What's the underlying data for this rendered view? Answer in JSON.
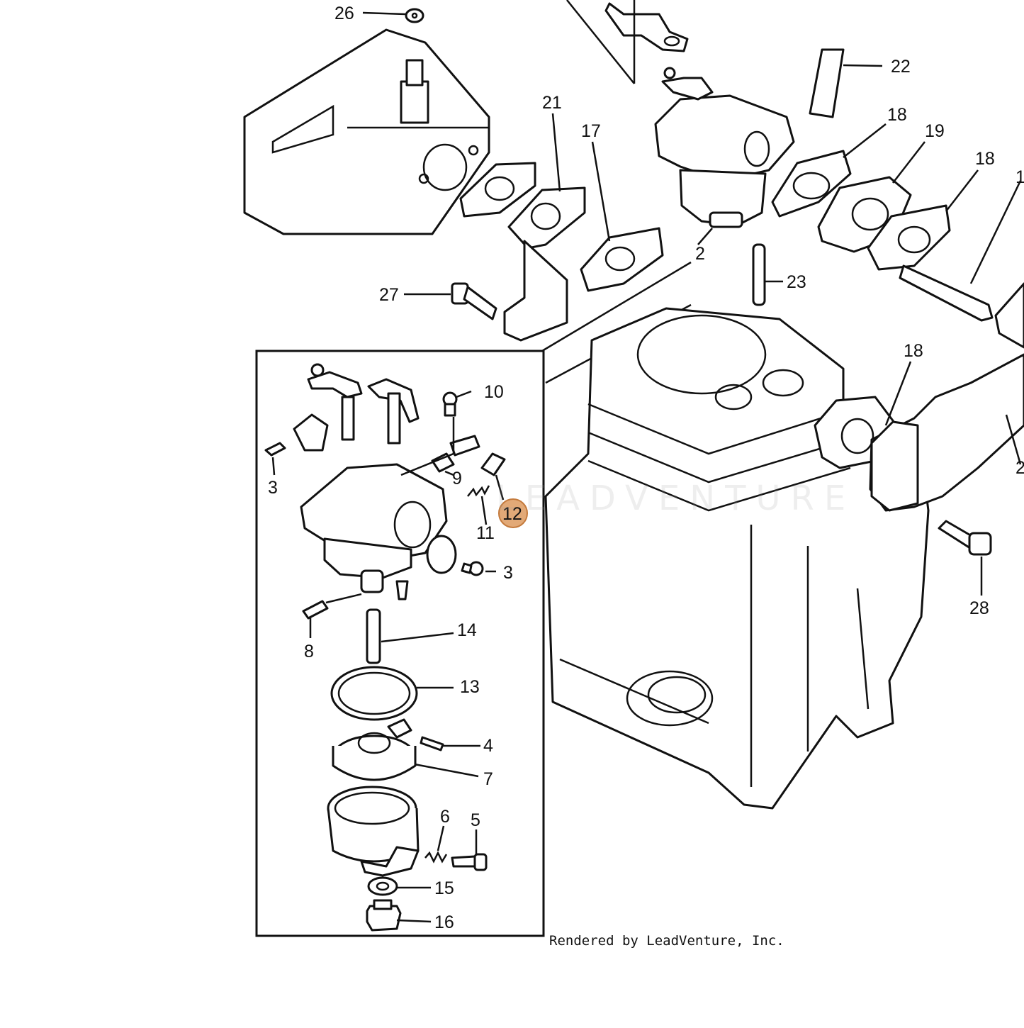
{
  "footer": {
    "credit": "Rendered by LeadVenture, Inc."
  },
  "watermark": {
    "text": "LEADVENTURE"
  },
  "highlight": {
    "part": "12",
    "color": "#e2a977"
  },
  "callouts": {
    "c26": "26",
    "c22": "22",
    "c21": "21",
    "c17": "17",
    "c18a": "18",
    "c19": "19",
    "c18b": "18",
    "c1": "1",
    "c2a": "2",
    "c23": "23",
    "c27": "27",
    "c18c": "18",
    "c2b": "2",
    "c10": "10",
    "c9": "9",
    "c3a": "3",
    "c12": "12",
    "c11": "11",
    "c3b": "3",
    "c28": "28",
    "c8": "8",
    "c14": "14",
    "c13": "13",
    "c4": "4",
    "c7": "7",
    "c6": "6",
    "c5": "5",
    "c15": "15",
    "c16": "16"
  }
}
